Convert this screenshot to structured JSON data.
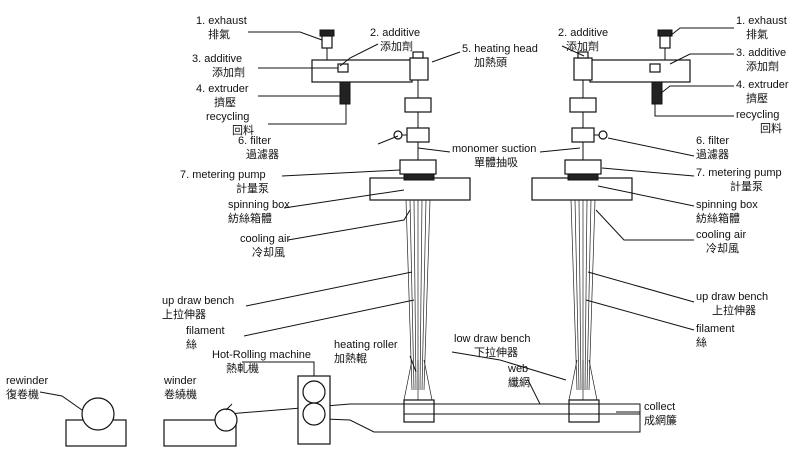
{
  "labels": {
    "exhaust": {
      "en": "1. exhaust",
      "zh": "排氣"
    },
    "additive2": {
      "en": "2. additive",
      "zh": "添加劑"
    },
    "additive3": {
      "en": "3. additive",
      "zh": "添加劑"
    },
    "extruder": {
      "en": "4. extruder",
      "zh": "擠壓"
    },
    "recycling": {
      "en": "recycling",
      "zh": "回料"
    },
    "heating_head": {
      "en": "5. heating head",
      "zh": "加熱頭"
    },
    "filter": {
      "en": "6. filter",
      "zh": "過濾器"
    },
    "monomer": {
      "en": "monomer suction",
      "zh": "單體抽吸"
    },
    "metering_pump": {
      "en": "7. metering pump",
      "zh": "計量泵"
    },
    "spinning_box": {
      "en": "spinning box",
      "zh": "紡絲箱體"
    },
    "cooling_air": {
      "en": "cooling air",
      "zh": "冷却風"
    },
    "up_draw": {
      "en": "up draw bench",
      "zh": "上拉伸器"
    },
    "filament": {
      "en": "filament",
      "zh": "絲"
    },
    "low_draw": {
      "en": "low draw bench",
      "zh": "下拉伸器"
    },
    "web": {
      "en": "web",
      "zh": "纖網"
    },
    "collect": {
      "en": "collect",
      "zh": "成網簾"
    },
    "heating_roller": {
      "en": "heating roller",
      "zh": "加熱輥"
    },
    "hot_rolling": {
      "en": "Hot-Rolling machine",
      "zh": "熱軋機"
    },
    "winder": {
      "en": "winder",
      "zh": "卷繞機"
    },
    "rewinder": {
      "en": "rewinder",
      "zh": "復卷機"
    }
  }
}
